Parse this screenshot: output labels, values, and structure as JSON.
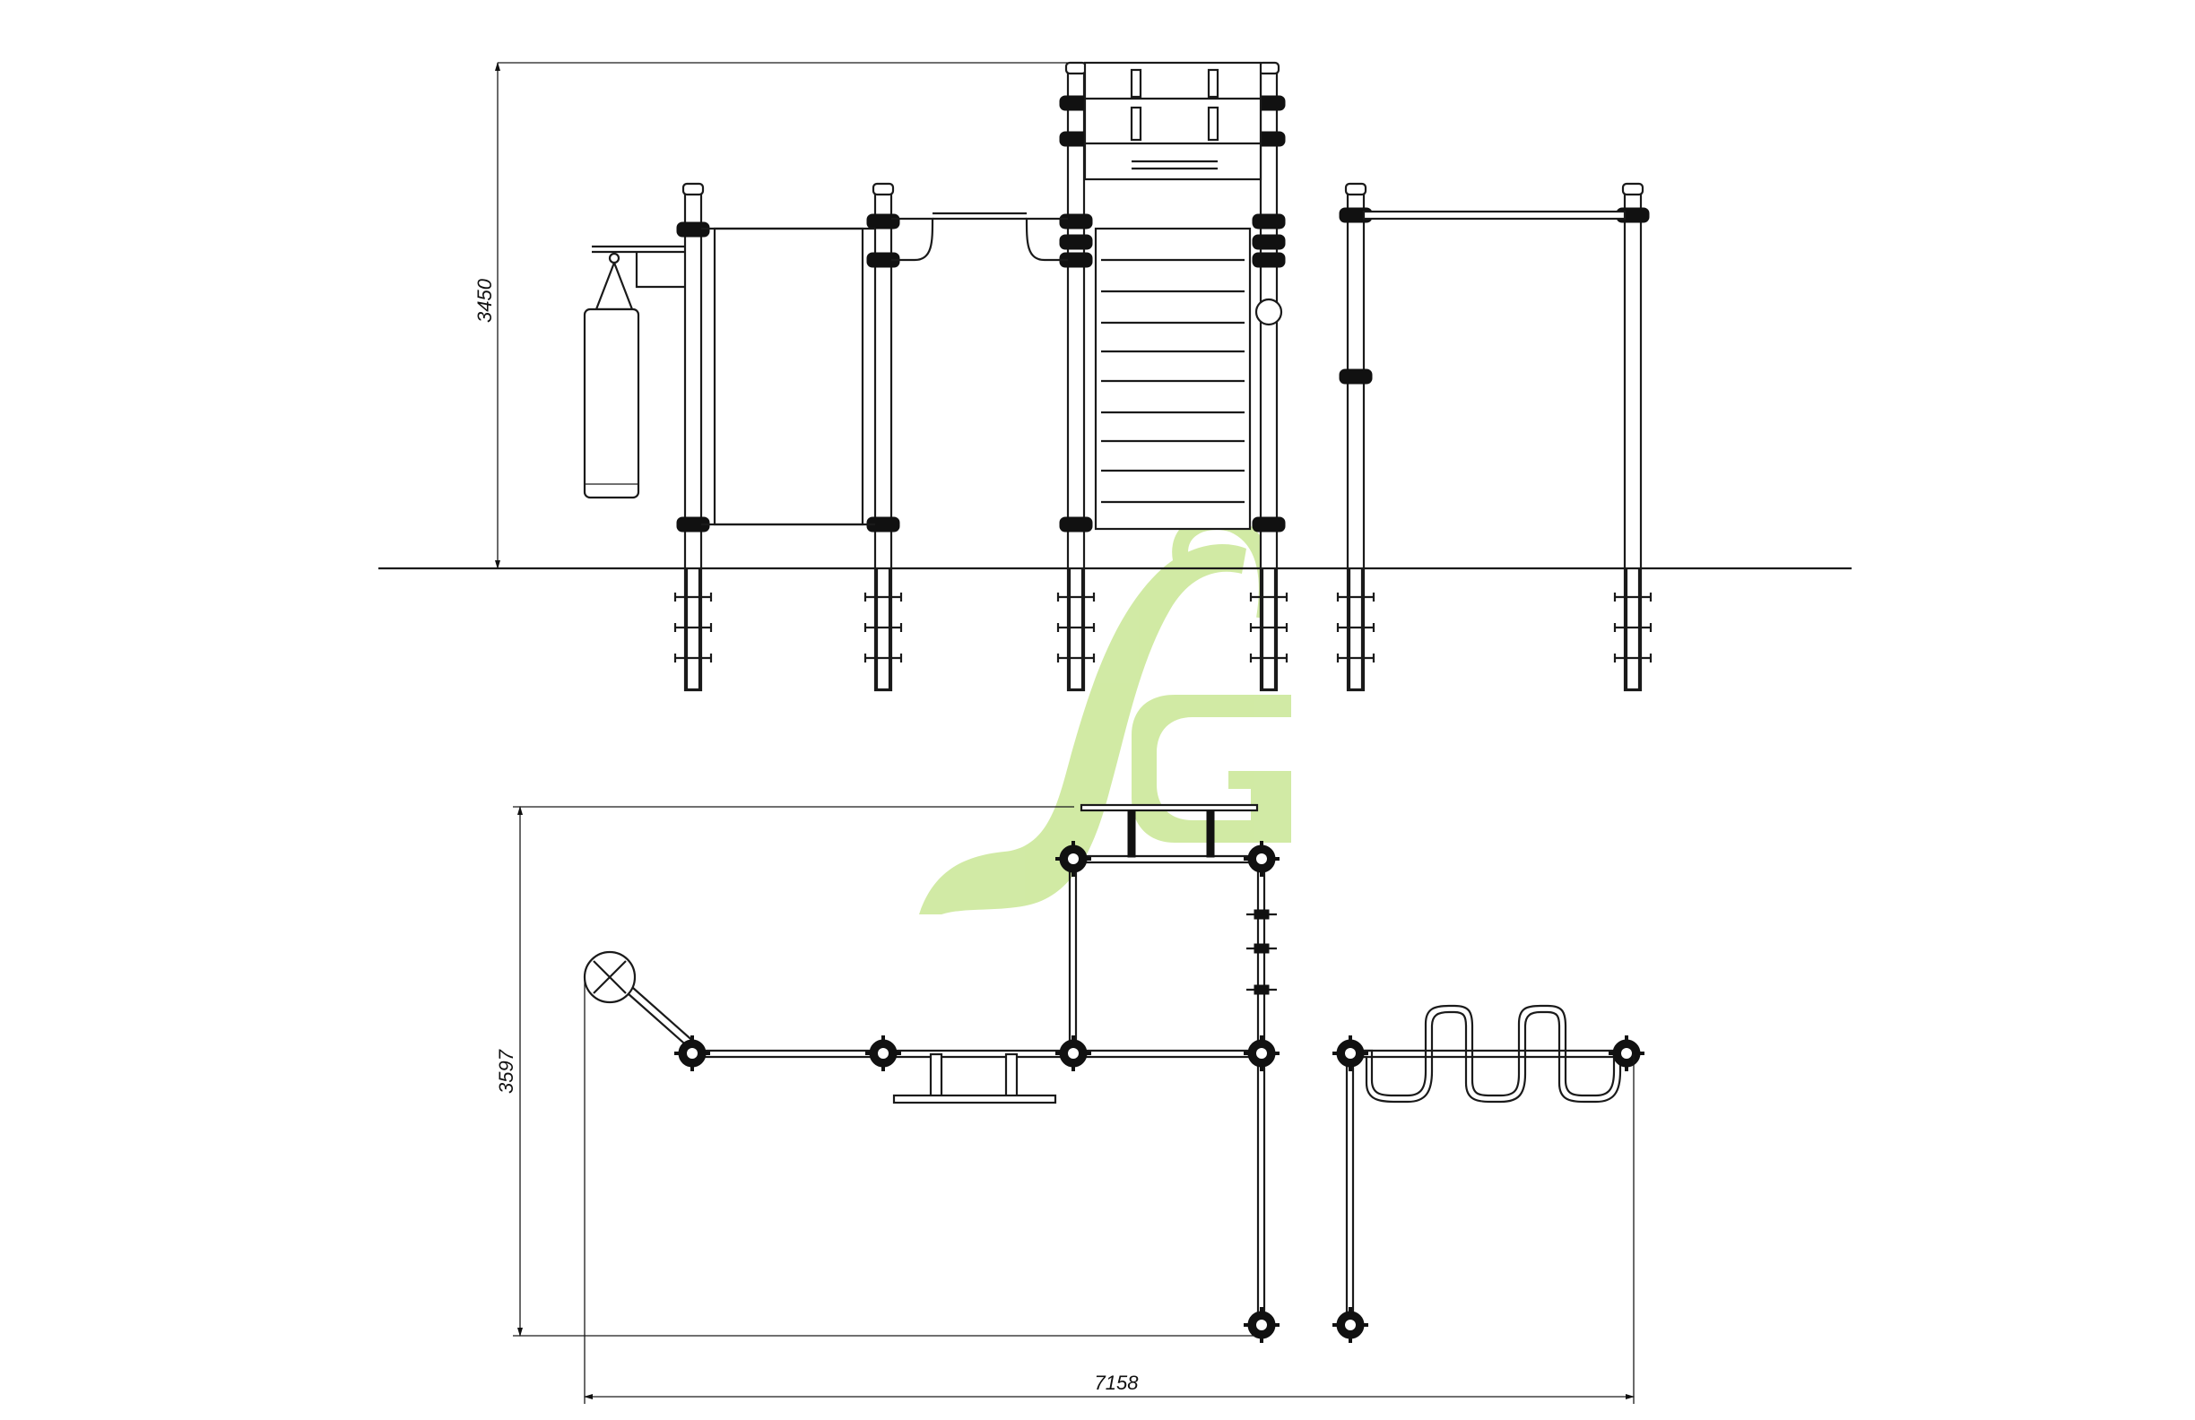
{
  "drawing": {
    "dimensions": {
      "height_elevation": "3450",
      "depth_plan": "3597",
      "width_plan": "7158"
    },
    "colors": {
      "line": "#1a1a1a",
      "logo": "#cfe9a0",
      "background": "#ffffff"
    },
    "logo": {
      "text": "SG"
    }
  }
}
